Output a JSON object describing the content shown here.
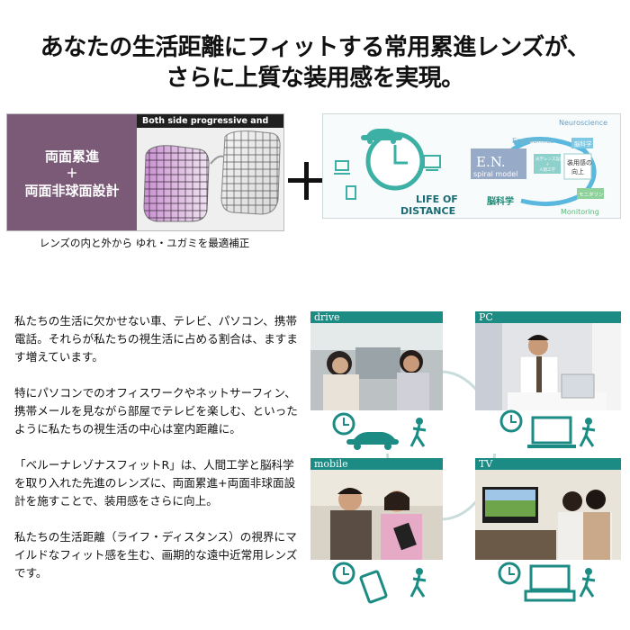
{
  "headline": {
    "line1": "あなたの生活距離にフィットする常用累進レンズが、",
    "line2": "さらに上質な装用感を実現。"
  },
  "lens_panel": {
    "header": "Both side progressive and aspheric",
    "title_line1": "両面累進",
    "plus": "＋",
    "title_line2": "両面非球面設計",
    "caption": "レンズの内と外から ゆれ・ユガミを最適補正"
  },
  "en_panel": {
    "life_of": "LIFE OF",
    "distance": "DISTANCE",
    "ergonomics": "Ergonomics",
    "neuroscience": "Neuroscience",
    "monitoring": "Monitoring",
    "en_title": "E.N.",
    "en_sub": "spiral model",
    "noukagaku_box": "脳科学",
    "bottom_left_line1": "光学レンズ設計",
    "bottom_left_line2": "＋",
    "bottom_left_line3": "人間工学",
    "right_box_line1": "装用感の",
    "right_box_line2": "向上",
    "monitoring_box": "モニタリング",
    "noukagaku_label": "脳科学"
  },
  "body": {
    "p1": "私たちの生活に欠かせない車、テレビ、パソコン、携帯電話。それらが私たちの視生活に占める割合は、ますます増えています。",
    "p2": "特にパソコンでのオフィスワークやネットサーフィン、携帯メールを見ながら部屋でテレビを楽しむ、といったように私たちの視生活の中心は室内距離に。",
    "p3": "「ベルーナレゾナスフィットR」は、人間工学と脳科学を取り入れた先進のレンズに、両面累進+両面非球面設計を施すことで、装用感をさらに向上。",
    "p4": "私たちの生活距離（ライフ・ディスタンス）の視界にマイルドなフィット感を生む、画期的な遠中近常用レンズです。"
  },
  "cards": {
    "drive": "drive",
    "pc": "PC",
    "mobile": "mobile",
    "tv": "TV"
  },
  "colors": {
    "teal": "#1c8b84",
    "purple": "#7b5a78"
  }
}
